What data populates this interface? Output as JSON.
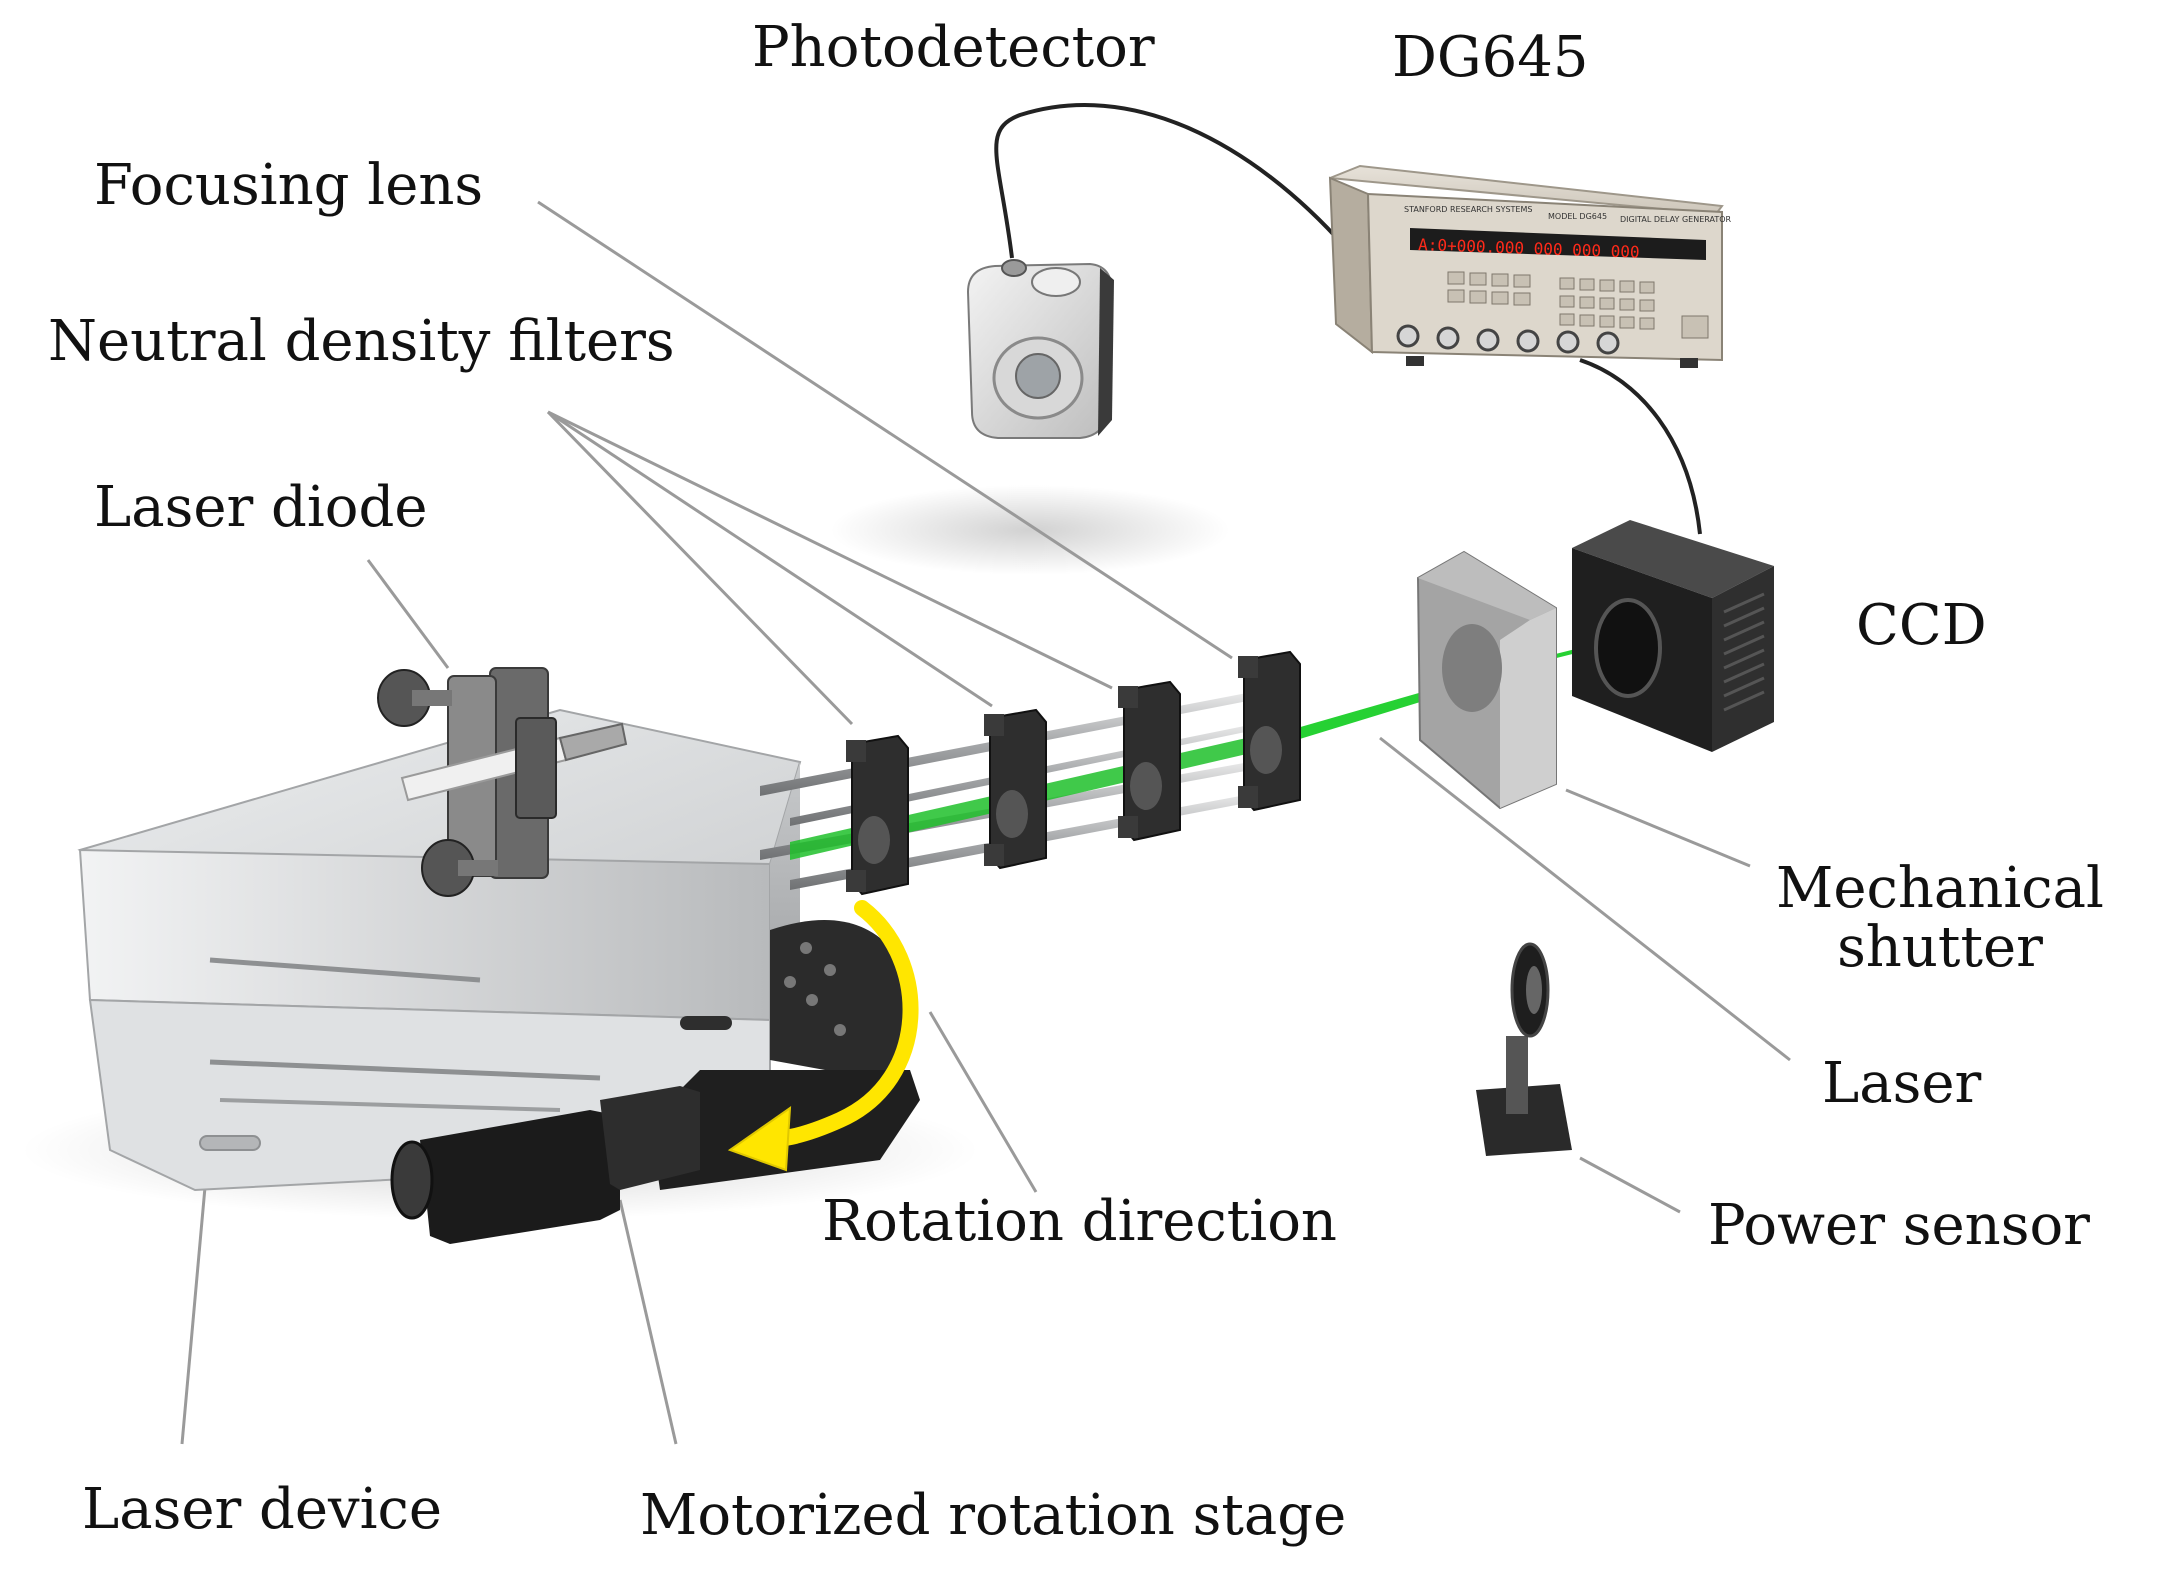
{
  "labels": {
    "photodetector": "Photodetector",
    "dg645": "DG645",
    "focusing_lens": "Focusing lens",
    "nd_filters": "Neutral density filters",
    "laser_diode": "Laser diode",
    "ccd": "CCD",
    "mech_shutter_1": "Mechanical",
    "mech_shutter_2": "shutter",
    "laser": "Laser",
    "rotation_direction": "Rotation direction",
    "power_sensor": "Power sensor",
    "laser_device": "Laser device",
    "motorized_stage": "Motorized rotation stage"
  },
  "dg645_panel": {
    "brand": "STANFORD RESEARCH SYSTEMS",
    "model": "MODEL DG645",
    "title": "DIGITAL DELAY GENERATOR",
    "readout": "A:0+000.000 000 000 000"
  },
  "colors": {
    "beam": "#1fbf2a",
    "arrow": "#ffe600",
    "metal": "#d6d8da",
    "dark_part": "#2a2a2a",
    "leader": "#9a9a9a"
  }
}
